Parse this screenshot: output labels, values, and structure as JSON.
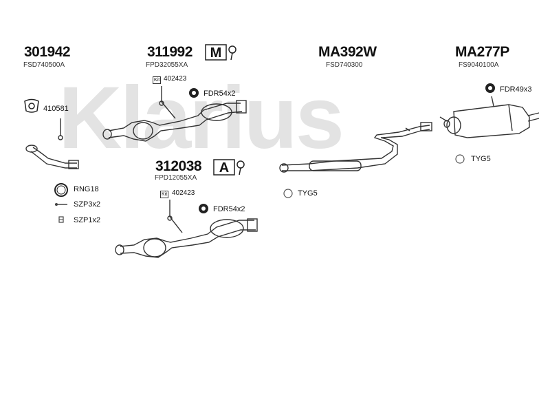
{
  "watermark": "Klarius",
  "groups": [
    {
      "id": "g1",
      "part_number": "301942",
      "sub_code": "FSD740500A"
    },
    {
      "id": "g2",
      "part_number": "311992",
      "sub_code": "FPD32055XA",
      "badge": "M"
    },
    {
      "id": "g3",
      "part_number": "MA392W",
      "sub_code": "FSD740300"
    },
    {
      "id": "g4",
      "part_number": "MA277P",
      "sub_code": "FS9040100A"
    },
    {
      "id": "g5",
      "part_number": "312038",
      "sub_code": "FPD12055XA",
      "badge": "A"
    }
  ],
  "fittings": {
    "kit_upper": {
      "code": "402423",
      "box": "Kit"
    },
    "kit_lower": {
      "code": "402423",
      "box": "Kit"
    },
    "mount_upper": "FDR54x2",
    "mount_lower": "FDR54x2",
    "mount_rear": "FDR49x3",
    "gasket_front": "410581",
    "ring": "RNG18",
    "clamp_3": "SZP3x2",
    "clamp_1": "SZP1x2",
    "tyg_rear": "TYG5",
    "tyg_mid": "TYG5"
  }
}
